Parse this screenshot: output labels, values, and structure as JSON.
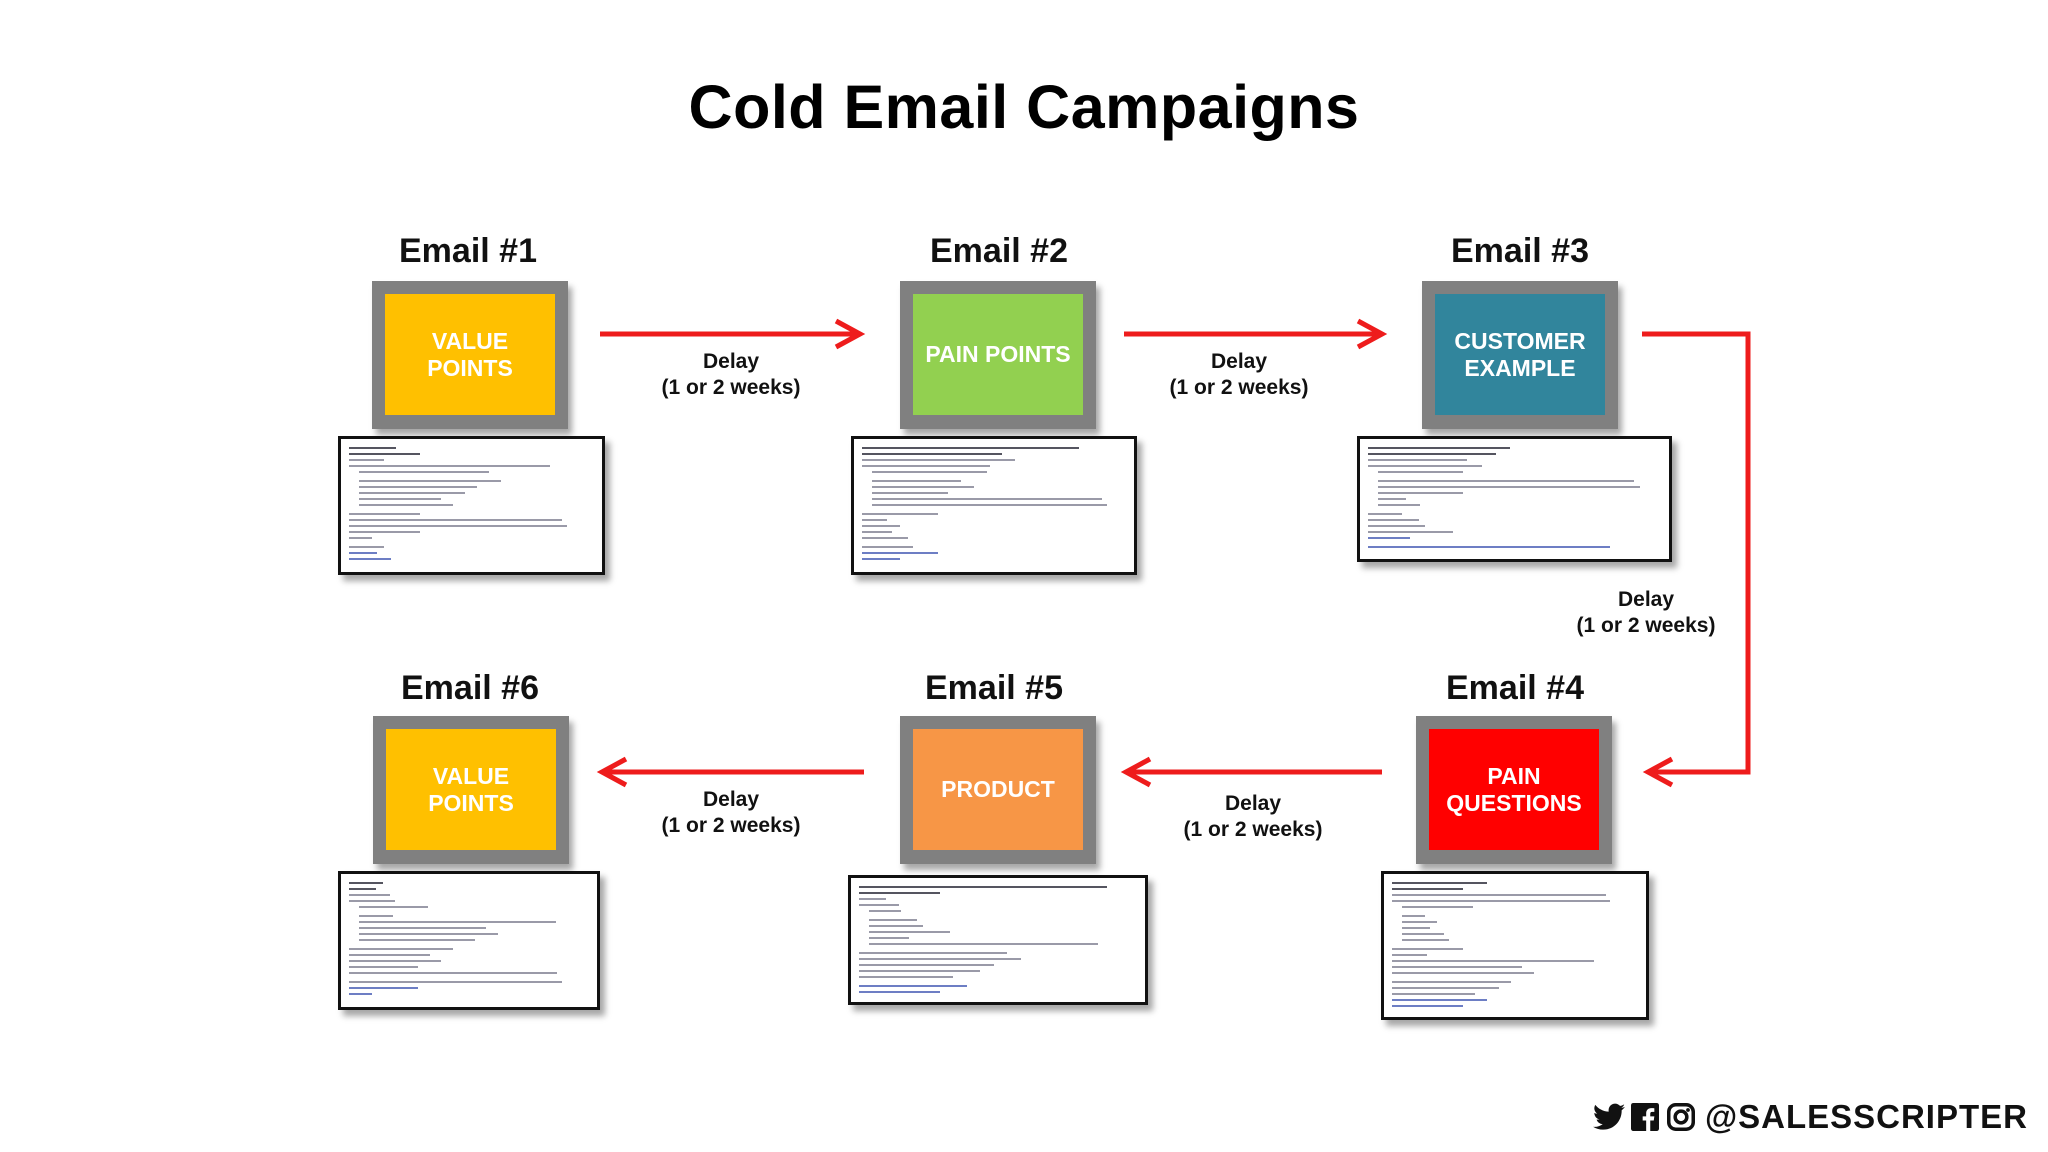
{
  "title": "Cold Email Campaigns",
  "emails": [
    {
      "label": "Email #1",
      "box_text": "VALUE\nPOINTS",
      "color": "#FFC000"
    },
    {
      "label": "Email #2",
      "box_text": "PAIN POINTS",
      "color": "#92D050"
    },
    {
      "label": "Email #3",
      "box_text": "CUSTOMER\nEXAMPLE",
      "color": "#31859C"
    },
    {
      "label": "Email #4",
      "box_text": "PAIN\nQUESTIONS",
      "color": "#FF0000"
    },
    {
      "label": "Email #5",
      "box_text": "PRODUCT",
      "color": "#F79646"
    },
    {
      "label": "Email #6",
      "box_text": "VALUE\nPOINTS",
      "color": "#FFC000"
    }
  ],
  "delays": [
    {
      "line1": "Delay",
      "line2": "(1 or 2 weeks)"
    },
    {
      "line1": "Delay",
      "line2": "(1 or 2 weeks)"
    },
    {
      "line1": "Delay",
      "line2": "(1 or 2 weeks)"
    },
    {
      "line1": "Delay",
      "line2": "(1 or 2 weeks)"
    },
    {
      "line1": "Delay",
      "line2": "(1 or 2 weeks)"
    }
  ],
  "arrow_color": "#EE1C1C",
  "footer": {
    "handle": "@SALESSCRIPTER",
    "icons": [
      "twitter-icon",
      "facebook-icon",
      "instagram-icon"
    ]
  }
}
